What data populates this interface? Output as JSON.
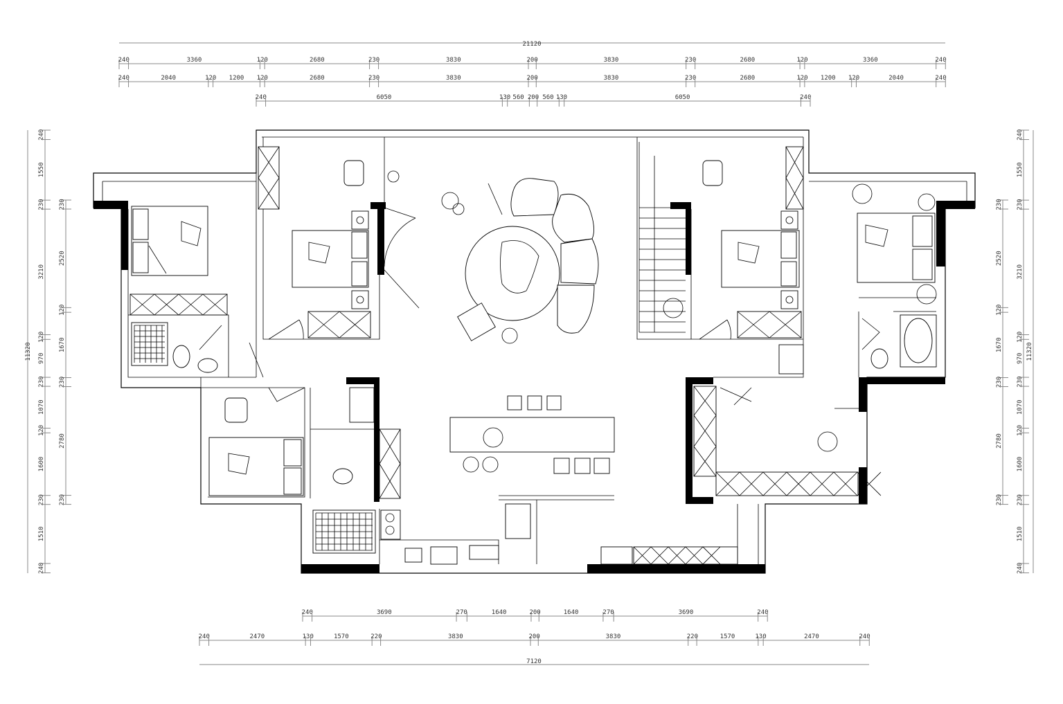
{
  "title": "Floor plan",
  "dimensions": {
    "top_total": "21120",
    "top_row1": [
      "240",
      "3360",
      "120",
      "2680",
      "230",
      "3830",
      "200",
      "3830",
      "230",
      "2680",
      "120",
      "3360",
      "240"
    ],
    "top_row2": [
      "240",
      "2040",
      "120",
      "1200",
      "120",
      "2680",
      "230",
      "3830",
      "200",
      "3830",
      "230",
      "2680",
      "120",
      "1200",
      "120",
      "2040",
      "240"
    ],
    "top_row3": [
      "240",
      "6050",
      "130",
      "560",
      "200",
      "560",
      "130",
      "6050",
      "240"
    ],
    "left_outer": [
      "240",
      "1550",
      "230",
      "3210",
      "120",
      "970",
      "230",
      "1070",
      "120",
      "1600",
      "230",
      "1510",
      "240"
    ],
    "left_inner": [
      "230",
      "2520",
      "120",
      "1670",
      "230",
      "2780",
      "230"
    ],
    "left_total": "11320",
    "right_outer": [
      "240",
      "1550",
      "230",
      "3210",
      "120",
      "970",
      "230",
      "1070",
      "120",
      "1600",
      "230",
      "1510",
      "240"
    ],
    "right_inner": [
      "230",
      "2520",
      "120",
      "1670",
      "230",
      "2780",
      "230"
    ],
    "right_total": "11320",
    "bottom_row1": [
      "240",
      "3690",
      "270",
      "1640",
      "200",
      "1640",
      "270",
      "3690",
      "240"
    ],
    "bottom_row2": [
      "240",
      "2470",
      "130",
      "1570",
      "220",
      "3830",
      "200",
      "3830",
      "220",
      "1570",
      "130",
      "2470",
      "240"
    ],
    "bottom_total": "7120"
  }
}
